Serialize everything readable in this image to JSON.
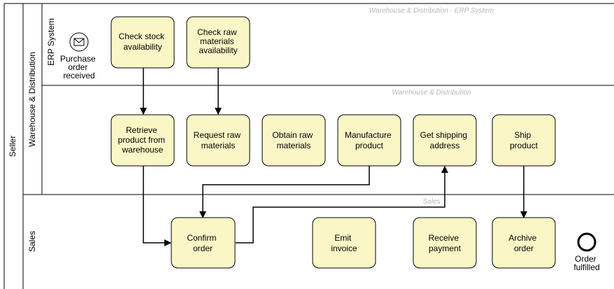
{
  "pool": {
    "label": "Seller"
  },
  "lanes": {
    "warehouse": "Warehouse & Distribution",
    "erp": "ERP System",
    "sales": "Sales"
  },
  "watermarks": {
    "erp": "Warehouse & Distribution - ERP System",
    "warehouse": "Warehouse & Distribution",
    "sales": "Sales"
  },
  "events": {
    "start": {
      "label": [
        "Purchase",
        "order",
        "received"
      ],
      "icon": "envelope-icon"
    },
    "end": {
      "label": [
        "Order",
        "fulfilled"
      ]
    }
  },
  "tasks": {
    "check_stock": [
      "Check stock",
      "availability"
    ],
    "check_raw": [
      "Check raw",
      "materials",
      "availability"
    ],
    "retrieve": [
      "Retrieve",
      "product from",
      "warehouse"
    ],
    "request_raw": [
      "Request raw",
      "materials"
    ],
    "obtain_raw": [
      "Obtain raw",
      "materials"
    ],
    "manufacture": [
      "Manufacture",
      "product"
    ],
    "shipping_addr": [
      "Get shipping",
      "address"
    ],
    "ship": [
      "Ship",
      "product"
    ],
    "confirm": [
      "Confirm",
      "order"
    ],
    "invoice": [
      "Emit",
      "invoice"
    ],
    "payment": [
      "Receive",
      "payment"
    ],
    "archive": [
      "Archive",
      "order"
    ]
  },
  "colors": {
    "task_fill": "#fbf6c6",
    "stroke": "#000000",
    "watermark": "#b8b8b8"
  }
}
